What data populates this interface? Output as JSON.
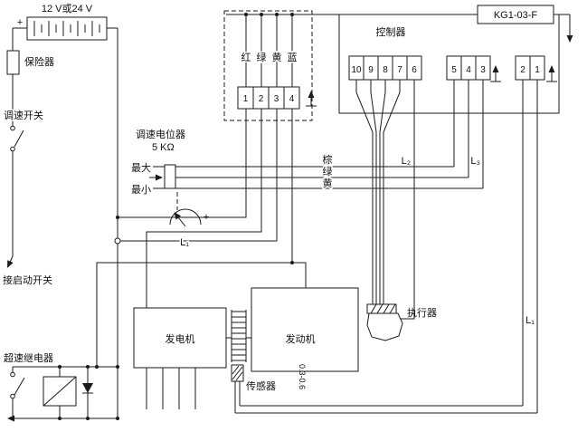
{
  "labels": {
    "power": "12 V或24 V",
    "plus": "+",
    "fuse": "保险器",
    "speed_switch": "调速开关",
    "start_switch": "接启动开关",
    "overspeed_relay": "超速继电器",
    "pot_name": "调速电位器",
    "pot_value": "5 KΩ",
    "max": "最大",
    "min": "最小",
    "meter_plus": "+",
    "controller": "控制器",
    "model": "KG1-03-F",
    "wire_red": "红",
    "wire_green_top": "绿",
    "wire_yellow_top": "黄",
    "wire_blue": "蓝",
    "wire_brown": "棕",
    "wire_green": "绿",
    "wire_yellow": "黄",
    "l1_left": "L₁",
    "l2": "L₂",
    "l3": "L₃",
    "l1_right": "L₁",
    "generator": "发电机",
    "engine": "发动机",
    "actuator": "执行器",
    "sensor": "传感器",
    "gap": "0.3-0.6"
  },
  "terminals": {
    "left": [
      "1",
      "2",
      "3",
      "4"
    ],
    "middle": [
      "10",
      "9",
      "8",
      "7",
      "6"
    ],
    "right": [
      "5",
      "4",
      "3"
    ],
    "far_right": [
      "2",
      "1"
    ]
  }
}
